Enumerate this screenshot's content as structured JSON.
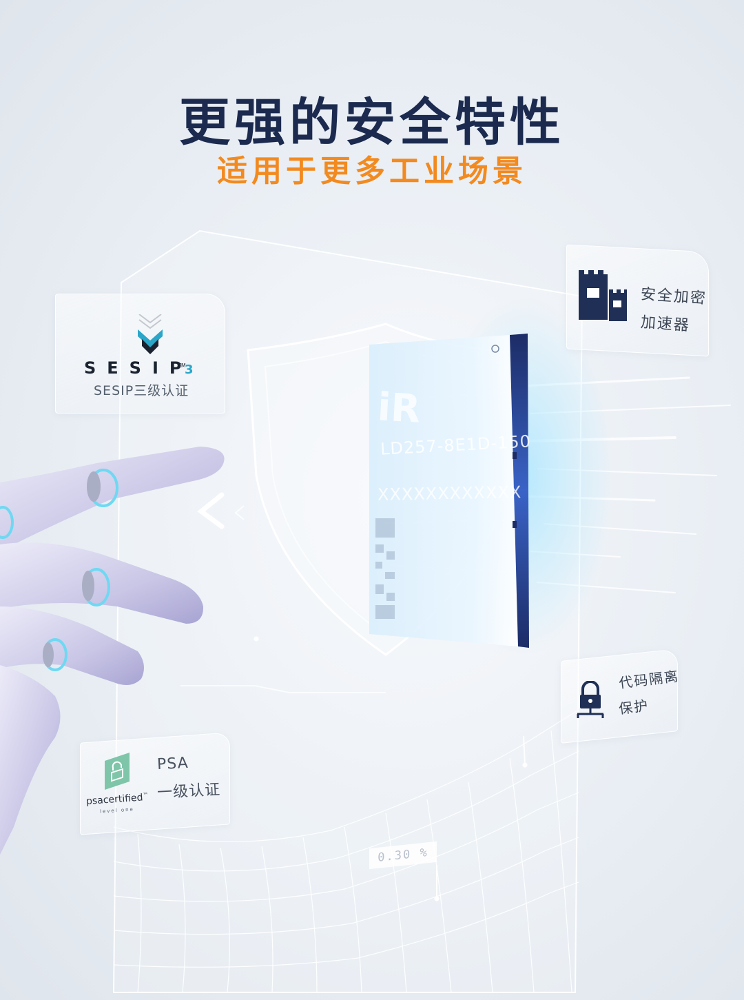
{
  "header": {
    "title": "更强的安全特性",
    "subtitle": "适用于更多工业场景"
  },
  "colors": {
    "title": "#1b2a4e",
    "accent_orange": "#f28a1f",
    "sesip_accent": "#2aa6c9",
    "icon_navy": "#1f2f55",
    "psa_green": "#7fc5a9"
  },
  "features": {
    "sesip": {
      "logo_text": "SESIP",
      "logo_tm": "TM",
      "logo_level": "3",
      "label": "SESIP三级认证",
      "icon": "sesip-chevron-logo"
    },
    "crypto": {
      "line1": "安全加密",
      "line2": "加速器",
      "icon": "castle-icon"
    },
    "code": {
      "line1": "代码隔离",
      "line2": "保护",
      "icon": "padlock-network-icon"
    },
    "psa": {
      "line1": "PSA",
      "line2": "一级认证",
      "brand": "psacertified",
      "brand_tm": "™",
      "level": "level one",
      "icon": "psa-padlock-badge"
    }
  },
  "chip": {
    "logo": "iR",
    "model": "LD257-8E1D-150",
    "serial": "XXXXXXXXXXXX"
  },
  "readout": {
    "value": "0.30 %"
  }
}
